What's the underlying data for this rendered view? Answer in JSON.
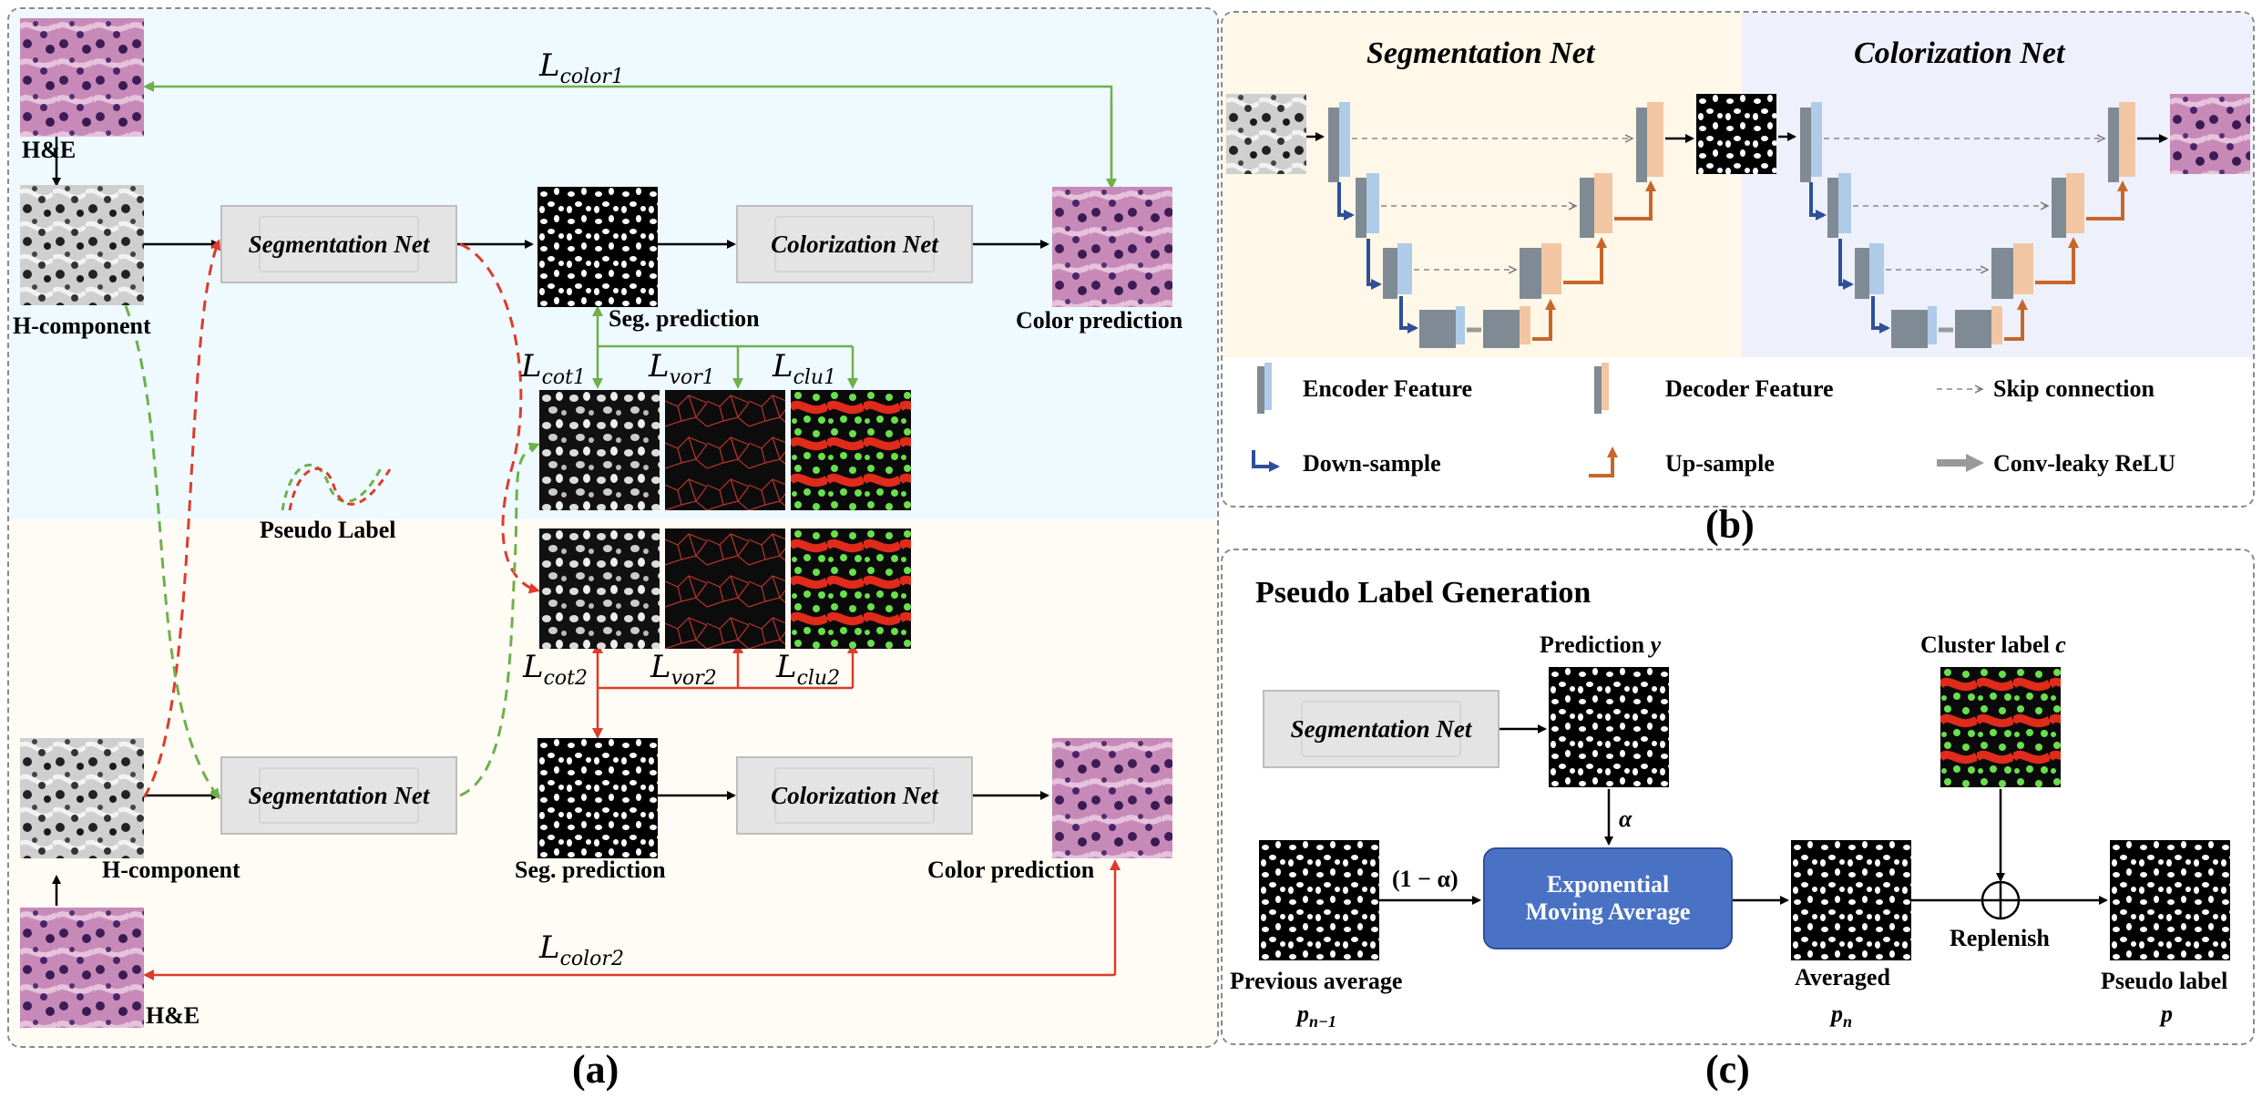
{
  "panel_a": {
    "caption": "(a)",
    "top": {
      "he_label": "H&E",
      "h_component_label": "H-component",
      "seg_net": "Segmentation Net",
      "col_net": "Colorization Net",
      "seg_prediction": "Seg. prediction",
      "color_prediction": "Color prediction",
      "loss_color": {
        "base": "L",
        "sub": "color1"
      },
      "loss_cot": {
        "base": "L",
        "sub": "cot1"
      },
      "loss_vor": {
        "base": "L",
        "sub": "vor1"
      },
      "loss_clu": {
        "base": "L",
        "sub": "clu1"
      }
    },
    "legend_pseudo": "Pseudo Label",
    "bottom": {
      "he_label": "H&E",
      "h_component_label": "H-component",
      "seg_net": "Segmentation Net",
      "col_net": "Colorization Net",
      "seg_prediction": "Seg. prediction",
      "color_prediction": "Color prediction",
      "loss_color": {
        "base": "L",
        "sub": "color2"
      },
      "loss_cot": {
        "base": "L",
        "sub": "cot2"
      },
      "loss_vor": {
        "base": "L",
        "sub": "vor2"
      },
      "loss_clu": {
        "base": "L",
        "sub": "clu2"
      }
    }
  },
  "panel_b": {
    "caption": "(b)",
    "seg_title": "Segmentation Net",
    "col_title": "Colorization Net",
    "legend": {
      "encoder": "Encoder Feature",
      "decoder": "Decoder Feature",
      "skip": "Skip connection",
      "down": "Down-sample",
      "up": "Up-sample",
      "conv": "Conv-leaky ReLU"
    }
  },
  "panel_c": {
    "caption": "(c)",
    "title": "Pseudo Label Generation",
    "seg_net": "Segmentation Net",
    "prediction": "Prediction",
    "prediction_sym": "y",
    "cluster_label": "Cluster label",
    "cluster_sym": "c",
    "alpha": "α",
    "one_minus_alpha": "(1 − α)",
    "ema_line1": "Exponential",
    "ema_line2": "Moving Average",
    "replenish": "Replenish",
    "previous_average": "Previous average",
    "prev_sym": "p",
    "prev_sub": "n−1",
    "averaged": "Averaged",
    "avg_sym": "p",
    "avg_sub": "n",
    "pseudo_label": "Pseudo label",
    "pseudo_sym": "p"
  },
  "colors": {
    "green": "#6fb04a",
    "red": "#e03a2c",
    "encoder_blue": "#aecbe8",
    "decoder_orange": "#f2c6a2",
    "feature_gray": "#7f8a94",
    "down_arrow": "#2f4f9a",
    "up_arrow": "#c8662a",
    "ema_box": "#4a72c4",
    "seg_bg": "#fff7e8",
    "col_bg": "#eef1fb",
    "top_bg": "#eefaff",
    "bottom_bg": "#fffcf5"
  }
}
